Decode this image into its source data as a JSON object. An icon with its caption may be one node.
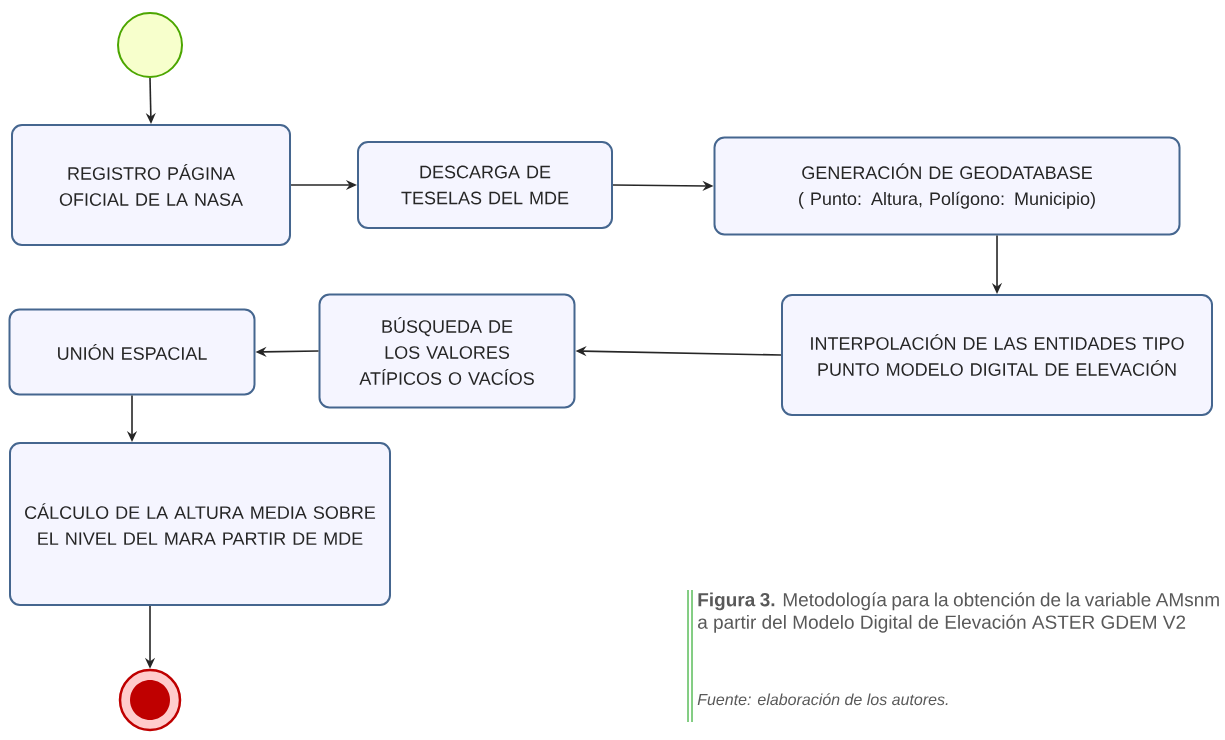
{
  "diagram": {
    "caption": "**Figura 3.** Metodología para la obtención de la variable AMsnm a partir del Modelo Digital de Elevación ASTER GDEM V2",
    "nodes": [
      {
        "text": [],
        "shape": "circle"
      },
      {
        "text": [
          "REGISTRO PÁGINA OFICIAL DE LA NASA"
        ]
      },
      {
        "text": [
          "DESCARGA DE TESELAS DEL MDE"
        ]
      },
      {
        "text": [
          "GENERACIÓN DE GEODATABASE ( Punto: Altura, Polígono: Municipio)"
        ]
      },
      {
        "text": [
          "INTERPOLACIÓN DE LAS ENTIDADES TIPO PUNTO MODELO DIGITAL DE ELEVACIÓN"
        ]
      },
      {
        "text": [
          "BÚSQUEDA DE LOS VALORES ATÍPICOS O VACÍOS"
        ]
      },
      {
        "text": [
          "UNIÓN ESPACIAL"
        ]
      },
      {
        "text": [
          "CÁLCULO DE LA ALTURA MEDIA  SOBRE EL NIVEL DEL MARA PARTIR DE MDE"
        ]
      },
      {
        "text": [],
        "shape": "circle"
      }
    ],
    "edges": [
      {
        "from": 0,
        "to": 1,
        "arrow": "to"
      },
      {
        "from": 1,
        "to": 2,
        "arrow": "to"
      },
      {
        "from": 2,
        "to": 3,
        "arrow": "to"
      },
      {
        "from": 3,
        "to": 4,
        "arrow": "to"
      },
      {
        "from": 4,
        "to": 5,
        "arrow": "to"
      },
      {
        "from": 5,
        "to": 6,
        "arrow": "to"
      },
      {
        "from": 6,
        "to": 7,
        "arrow": "to"
      },
      {
        "from": 7,
        "to": 8,
        "arrow": "to"
      }
    ],
    "labels": [
      "*Fuente: elaboración de los autores.*"
    ]
  }
}
